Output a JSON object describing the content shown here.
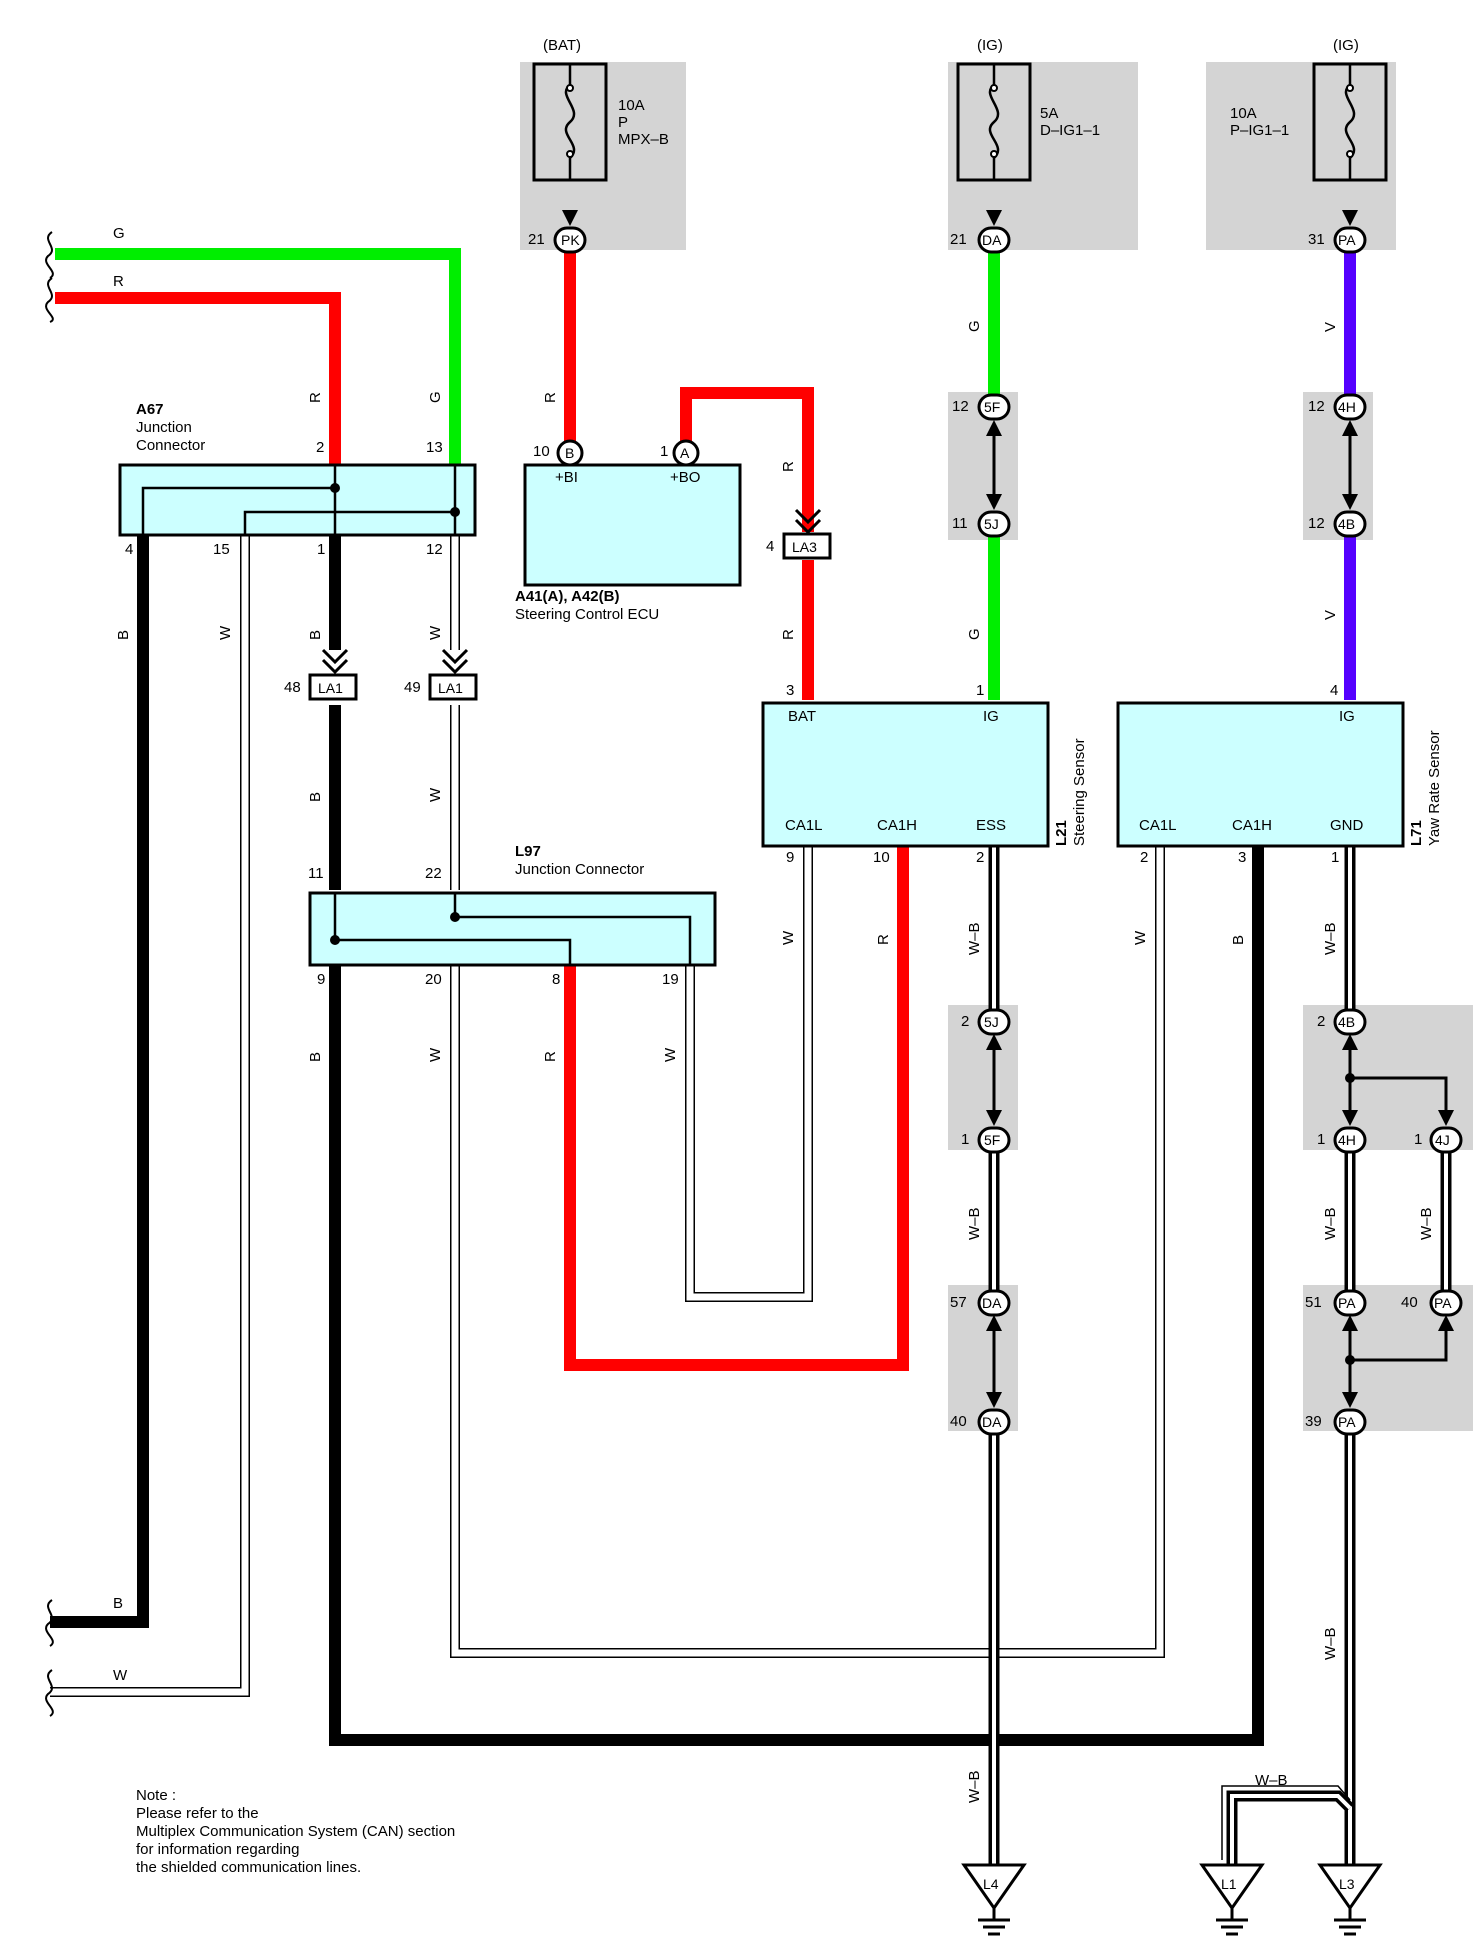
{
  "sources": {
    "bat": {
      "label": "(BAT)",
      "fuse_amp": "10A",
      "fuse_line2": "P",
      "fuse_name": "MPX–B",
      "pin": "21",
      "conn": "PK"
    },
    "ig1": {
      "label": "(IG)",
      "fuse_amp": "5A",
      "fuse_name": "D–IG1–1",
      "pin": "21",
      "conn": "DA"
    },
    "ig2": {
      "label": "(IG)",
      "fuse_amp": "10A",
      "fuse_name": "P–IG1–1",
      "pin": "31",
      "conn": "PA"
    }
  },
  "left_wires": {
    "g": "G",
    "r": "R",
    "b": "B",
    "w": "W"
  },
  "a67": {
    "code": "A67",
    "name1": "Junction",
    "name2": "Connector",
    "pin_r": "2",
    "pin_g": "13",
    "pin_4": "4",
    "pin_15": "15",
    "pin_1": "1",
    "pin_12": "12"
  },
  "la1": {
    "conn": "LA1",
    "pin_48": "48",
    "pin_49": "49"
  },
  "l97": {
    "code": "L97",
    "name": "Junction Connector",
    "pin_11": "11",
    "pin_22": "22",
    "pin_9": "9",
    "pin_20": "20",
    "pin_8": "8",
    "pin_19": "19"
  },
  "a41": {
    "code": "A41(A), A42(B)",
    "name": "Steering Control ECU",
    "term_bi": "+BI",
    "term_bo": "+BO",
    "pin_bi": "10",
    "conn_bi": "B",
    "pin_bo": "1",
    "conn_bo": "A"
  },
  "la3": {
    "conn": "LA3",
    "pin": "4"
  },
  "l21": {
    "code": "L21",
    "name": "Steering Sensor",
    "bat": "BAT",
    "ig": "IG",
    "ca1l": "CA1L",
    "ca1h": "CA1H",
    "ess": "ESS",
    "pin_bat": "3",
    "pin_ig": "1",
    "pin_ca1l": "9",
    "pin_ca1h": "10",
    "pin_ess": "2"
  },
  "l71": {
    "code": "L71",
    "name": "Yaw Rate Sensor",
    "ig": "IG",
    "ca1l": "CA1L",
    "ca1h": "CA1H",
    "gnd": "GND",
    "pin_ig": "4",
    "pin_ca1l": "2",
    "pin_ca1h": "3",
    "pin_gnd": "1"
  },
  "mid_conns": {
    "c5f_top": {
      "pin": "12",
      "conn": "5F"
    },
    "c5j_top": {
      "pin": "11",
      "conn": "5J"
    },
    "c4h_top": {
      "pin": "12",
      "conn": "4H"
    },
    "c4b_top": {
      "pin": "12",
      "conn": "4B"
    },
    "c5j_bot": {
      "pin": "2",
      "conn": "5J"
    },
    "c5f_bot": {
      "pin": "1",
      "conn": "5F"
    },
    "c57": {
      "pin": "57",
      "conn": "DA"
    },
    "c40da": {
      "pin": "40",
      "conn": "DA"
    },
    "c4b_bot": {
      "pin": "2",
      "conn": "4B"
    },
    "c4h_bot": {
      "pin": "1",
      "conn": "4H"
    },
    "c4j": {
      "pin": "1",
      "conn": "4J"
    },
    "c51": {
      "pin": "51",
      "conn": "PA"
    },
    "c40pa": {
      "pin": "40",
      "conn": "PA"
    },
    "c39": {
      "pin": "39",
      "conn": "PA"
    }
  },
  "wire_labels": {
    "r": "R",
    "g": "G",
    "v": "V",
    "b": "B",
    "w": "W",
    "wb": "W–B"
  },
  "grounds": {
    "l4": "L4",
    "l1": "L1",
    "l3": "L3"
  },
  "note": [
    "Note :",
    "Please refer to the",
    "Multiplex Communication System (CAN) section",
    "for information regarding",
    "the shielded communication lines."
  ],
  "colors": {
    "red": "#ff0000",
    "green": "#00ee00",
    "violet": "#5500ff",
    "black": "#000000",
    "shade": "#d4d4d4",
    "box": "#ccffff"
  }
}
